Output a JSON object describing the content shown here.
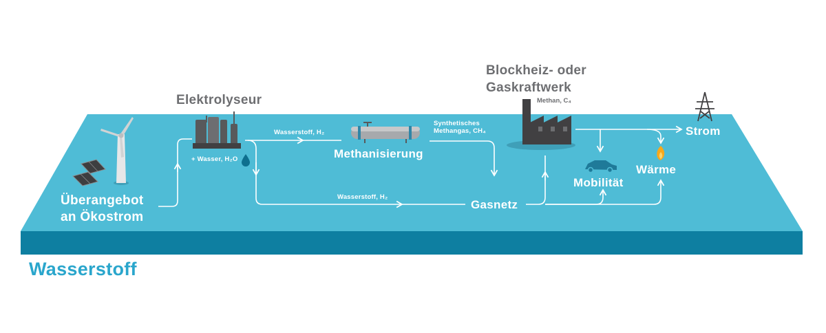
{
  "title": "Wasserstoff",
  "nodes": {
    "oekostrom": [
      "Überangebot",
      "an Ökostrom"
    ],
    "elektrolyseur": "Elektrolyseur",
    "wasser_input": "+ Wasser, H₂O",
    "methanisierung": "Methanisierung",
    "kraftwerk": [
      "Blockheiz- oder",
      "Gaskraftwerk"
    ],
    "methan_label": "Methan, C₄",
    "gasnetz": "Gasnetz",
    "strom": "Strom",
    "waerme": "Wärme",
    "mobilitaet": "Mobilität"
  },
  "flows": {
    "wasserstoff_top": "Wasserstoff, H₂",
    "wasserstoff_bottom": "Wasserstoff, H₂",
    "synth_methangas": [
      "Synthetisches",
      "Methangas, CH₄"
    ]
  },
  "colors": {
    "platform_top": "#4fbcd6",
    "platform_front": "#0e7fa1",
    "title": "#2aa6cc",
    "icons_dark": "#58595b",
    "label_grey": "#6d6e71",
    "flame": "#f7a81b"
  }
}
